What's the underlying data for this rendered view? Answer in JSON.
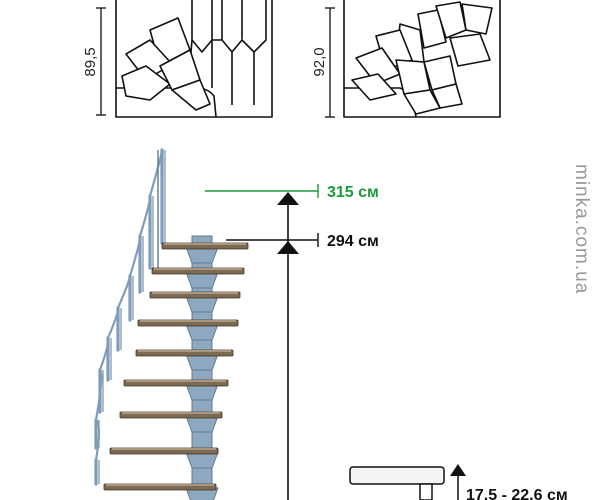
{
  "plans": {
    "left": {
      "dimension": "89,5"
    },
    "right": {
      "dimension": "92,0"
    }
  },
  "levels": {
    "upper": {
      "label": "315 см",
      "color": "#1f9a3a"
    },
    "lower": {
      "label": "294 см",
      "color": "#1a1a1a"
    }
  },
  "step_height": {
    "label": "17,5 - 22,6 см"
  },
  "watermark": {
    "text": "minka.com.ua"
  },
  "colors": {
    "tread": "#7d6a52",
    "tread_top": "#a8977e",
    "stringer": "#8ea8c0",
    "stringer_dark": "#5f7a93",
    "rail": "#7f9cb8",
    "line": "#111111"
  }
}
